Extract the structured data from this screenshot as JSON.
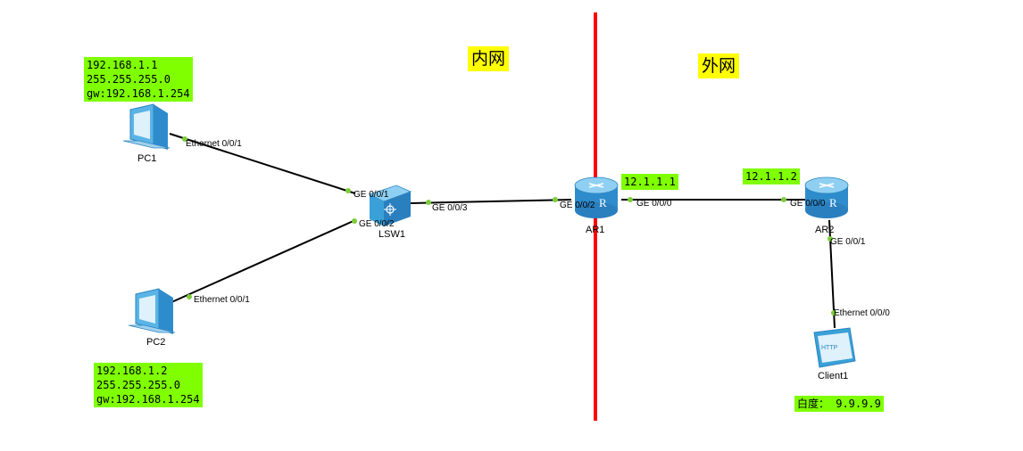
{
  "zones": {
    "inner": "内网",
    "outer": "外网"
  },
  "notes": {
    "pc1": [
      "192.168.1.1",
      "255.255.255.0",
      "gw:192.168.1.254"
    ],
    "pc2": [
      "192.168.1.2",
      "255.255.255.0",
      "gw:192.168.1.254"
    ],
    "ar1": "12.1.1.1",
    "ar2": "12.1.1.2",
    "client": "白度： 9.9.9.9"
  },
  "devices": {
    "pc1": "PC1",
    "pc2": "PC2",
    "lsw1": "LSW1",
    "ar1": "AR1",
    "ar2": "AR2",
    "client1": "Client1"
  },
  "client_screen_text": "HTTP",
  "ports": {
    "pc1_eth": "Ethernet 0/0/1",
    "lsw_ge1": "GE 0/0/1",
    "lsw_ge2": "GE 0/0/2",
    "pc2_eth": "Ethernet 0/0/1",
    "lsw_ge3": "GE 0/0/3",
    "ar1_ge2": "GE 0/0/2",
    "ar1_ge0": "GE 0/0/0",
    "ar2_ge0": "GE 0/0/0",
    "ar2_ge1": "GE 0/0/1",
    "client_eth": "Ethernet 0/0/0"
  },
  "colors": {
    "divider": "#ff0000",
    "note_bg": "#7fff00",
    "zone_bg": "#ffff00",
    "port_dot": "#7ccd3a",
    "device_blue": "#3aa0d8"
  }
}
